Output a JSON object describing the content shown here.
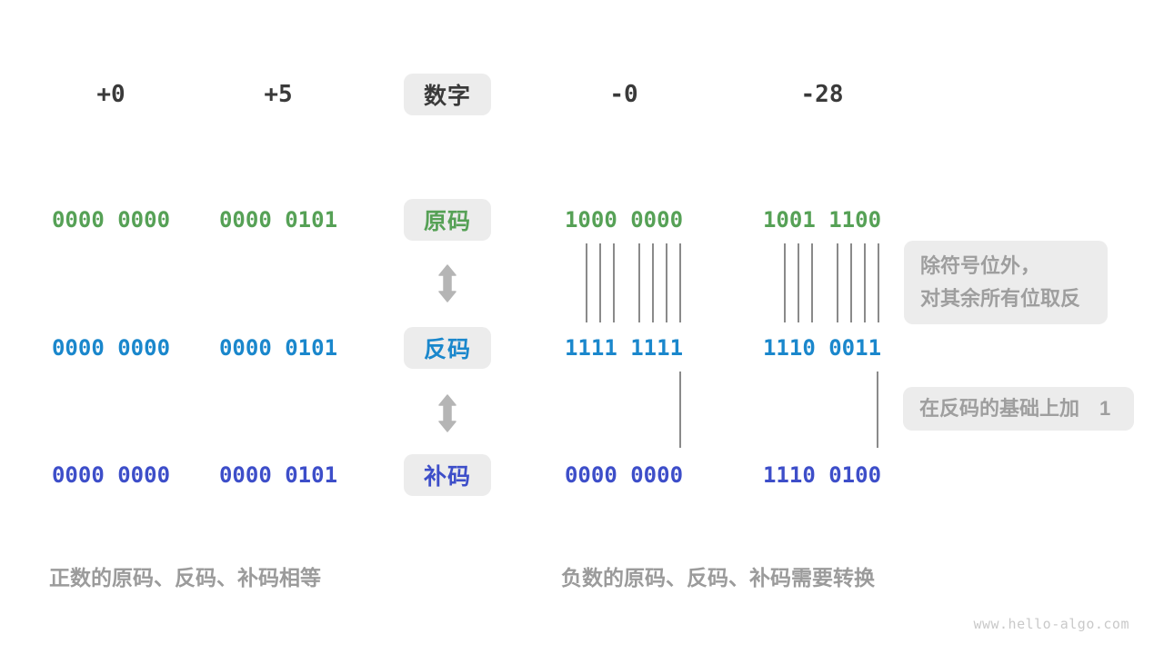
{
  "colors": {
    "header_text": "#3a3a3a",
    "sign_magnitude_green": "#56a156",
    "ones_complement_blue": "#1a87cc",
    "twos_complement_indigo": "#3d4ec9",
    "note_gray": "#9e9e9e",
    "box_background": "#ececec"
  },
  "header": {
    "label": "数字",
    "values": [
      "+0",
      "+5",
      "-0",
      "-28"
    ]
  },
  "rows": [
    {
      "label": "原码",
      "values": [
        "0000 0000",
        "0000 0101",
        "1000 0000",
        "1001 1100"
      ]
    },
    {
      "label": "反码",
      "values": [
        "0000 0000",
        "0000 0101",
        "1111 1111",
        "1110 0011"
      ]
    },
    {
      "label": "补码",
      "values": [
        "0000 0000",
        "0000 0101",
        "0000 0000",
        "1110 0100"
      ]
    }
  ],
  "annotations": {
    "invert_line1": "除符号位外，",
    "invert_line2": "对其余所有位取反",
    "add_one": "在反码的基础上加　1"
  },
  "captions": {
    "left": "正数的原码、反码、补码相等",
    "right": "负数的原码、反码、补码需要转换"
  },
  "watermark": "www.hello-algo.com"
}
